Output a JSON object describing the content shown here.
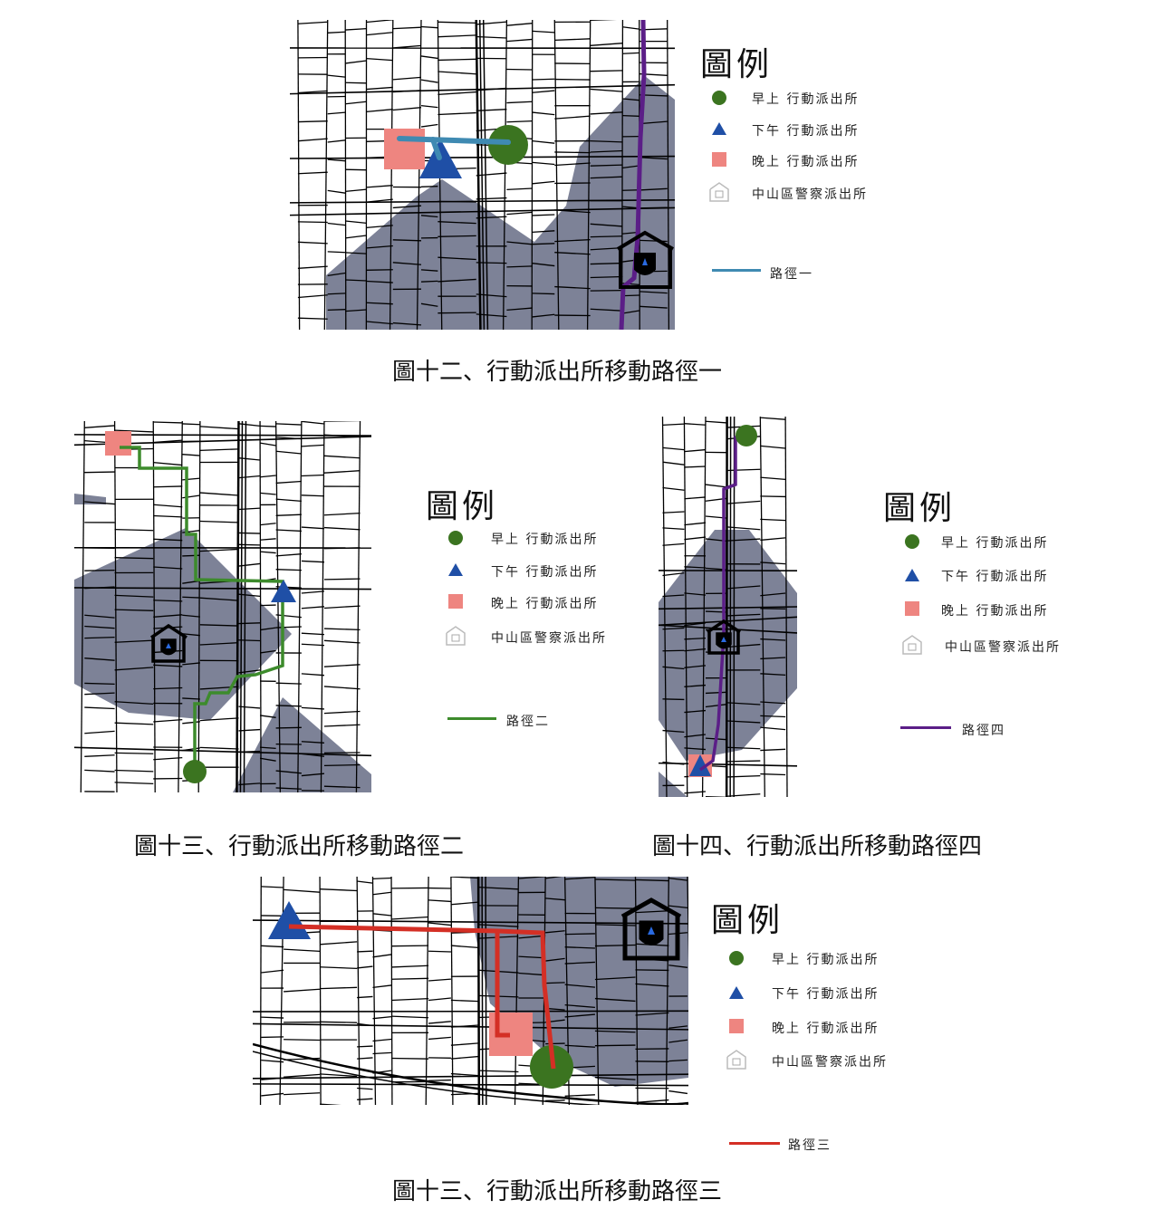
{
  "legend": {
    "title": "圖例",
    "items": [
      "早上 行動派出所",
      "下午 行動派出所",
      "晚上 行動派出所",
      "中山區警察派出所"
    ]
  },
  "colors": {
    "morning": "#3b7420",
    "afternoon": "#1f4fa6",
    "evening": "#ee8580",
    "coverage": "#7d8297",
    "route1": "#3f8ab2",
    "route2": "#3d8b2c",
    "route3": "#d42f25",
    "route4": "#5b1e87"
  },
  "figures": [
    {
      "caption": "圖十二、行動派出所移動路徑一",
      "route_label": "路徑一"
    },
    {
      "caption": "圖十三、行動派出所移動路徑二",
      "route_label": "路徑二"
    },
    {
      "caption": "圖十四、行動派出所移動路徑四",
      "route_label": "路徑四"
    },
    {
      "caption": "圖十三、行動派出所移動路徑三",
      "route_label": "路徑三"
    }
  ]
}
